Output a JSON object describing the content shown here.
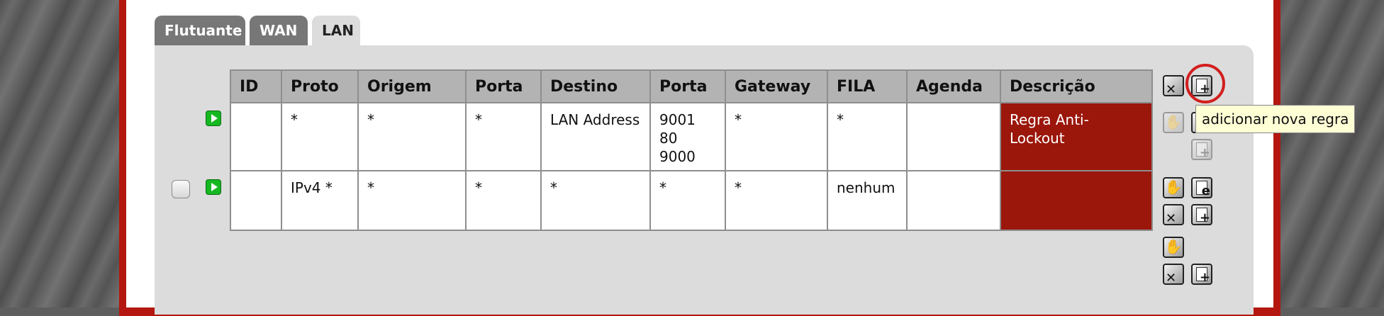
{
  "tabs": [
    {
      "label": "Flutuante",
      "active": false
    },
    {
      "label": "WAN",
      "active": false
    },
    {
      "label": "LAN",
      "active": true
    }
  ],
  "table": {
    "headers": [
      "ID",
      "Proto",
      "Origem",
      "Porta",
      "Destino",
      "Porta",
      "Gateway",
      "FILA",
      "Agenda",
      "Descrição"
    ],
    "rows": [
      {
        "id": "",
        "proto": "*",
        "origem": "*",
        "porta_origem": "*",
        "destino": "LAN Address",
        "porta_destino": [
          "9001",
          "80",
          "9000"
        ],
        "gateway": "*",
        "fila": "*",
        "agenda": "",
        "descricao": "Regra Anti-Lockout"
      },
      {
        "id": "",
        "proto": "IPv4 *",
        "origem": "*",
        "porta_origem": "*",
        "destino": "*",
        "porta_destino": [
          "*"
        ],
        "gateway": "*",
        "fila": "nenhum",
        "agenda": "",
        "descricao": ""
      }
    ]
  },
  "tooltip": "adicionar nova regra",
  "colors": {
    "frame": "#b3170f",
    "description_cell": "#9b160b",
    "pass_icon": "#16b821",
    "tooltip_bg": "#ffffd6",
    "highlight_ring": "#d21e1e"
  },
  "icons": {
    "pass": "play-icon",
    "delete": "delete-rule-icon",
    "add": "add-rule-icon",
    "edit": "edit-rule-icon",
    "move": "move-hand-icon"
  }
}
